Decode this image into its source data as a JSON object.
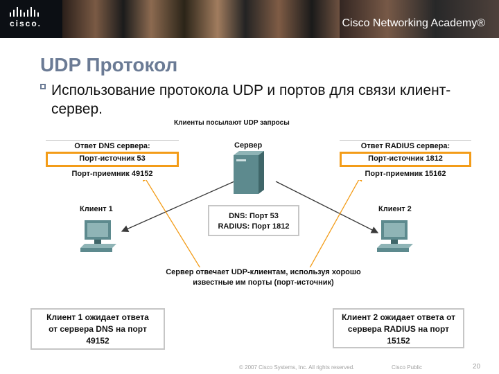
{
  "banner": {
    "logo_text": "cisco.",
    "academy_text": "Cisco Networking Academy®"
  },
  "title": "UDP Протокол",
  "bullet": "Использование протокола UDP и портов для связи клиент-сервер.",
  "diagram": {
    "caption": "Клиенты посылают UDP запросы",
    "server_label": "Сервер",
    "client1_label": "Клиент 1",
    "client2_label": "Клиент 2",
    "left_box": {
      "title": "Ответ DNS сервера:",
      "source": "Порт-источник 53",
      "dest": "Порт-приемник 49152"
    },
    "right_box": {
      "title": "Ответ RADIUS сервера:",
      "source": "Порт-источник 1812",
      "dest": "Порт-приемник 15162"
    },
    "center_box": {
      "line1": "DNS: Порт 53",
      "line2": "RADIUS: Порт 1812"
    },
    "server_note": {
      "line1": "Сервер отвечает UDP-клиентам, используя хорошо",
      "line2": "известные им порты (порт-источник)"
    },
    "client1_box": {
      "line1": "Клиент 1 ожидает ответа",
      "line2": "от сервера DNS на порт",
      "line3": "49152"
    },
    "client2_box": {
      "line1": "Клиент 2 ожидает ответа от",
      "line2": "сервера RADIUS на порт",
      "line3": "15152"
    },
    "colors": {
      "highlight": "#f39c18",
      "arrow": "#3a3a3a",
      "device": "#5d8a8e"
    }
  },
  "footer": {
    "copyright": "© 2007 Cisco Systems, Inc. All rights reserved.",
    "public": "Cisco Public",
    "page": "20"
  }
}
